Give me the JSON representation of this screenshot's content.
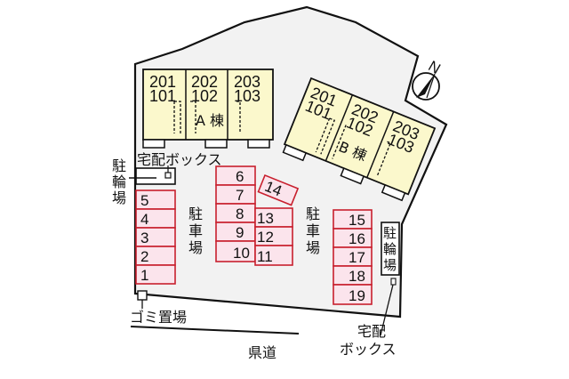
{
  "colors": {
    "site_fill": "#f2f2f2",
    "outline": "#111111",
    "building_fill": "#fbf8cc",
    "parking_fill": "#fbe4ec",
    "parking_stroke": "#c8202e",
    "background": "#ffffff"
  },
  "compass": {
    "label": "N",
    "icon": "north-arrow-icon"
  },
  "building_a": {
    "name": "A 棟",
    "units": [
      {
        "upper": "201",
        "lower": "101"
      },
      {
        "upper": "202",
        "lower": "102"
      },
      {
        "upper": "203",
        "lower": "103"
      }
    ]
  },
  "building_b": {
    "name": "B 棟",
    "units": [
      {
        "upper": "201",
        "lower": "101"
      },
      {
        "upper": "202",
        "lower": "102"
      },
      {
        "upper": "203",
        "lower": "103"
      }
    ]
  },
  "labels": {
    "bike_parking_left": [
      "駐",
      "輪",
      "場"
    ],
    "bike_parking_right": [
      "駐",
      "輪",
      "場"
    ],
    "delivery_box_top": "宅配ボックス",
    "delivery_box_bottom_line1": "宅配",
    "delivery_box_bottom_line2": "ボックス",
    "parking_center": [
      "駐",
      "車",
      "場"
    ],
    "parking_right": [
      "駐",
      "車",
      "場"
    ],
    "garbage": "ゴミ置場",
    "road": "県道"
  },
  "parking": {
    "left_column": [
      "5",
      "4",
      "3",
      "2",
      "1"
    ],
    "center_left_column": [
      "6",
      "7",
      "8",
      "9",
      "10"
    ],
    "center_right_column": [
      "13",
      "12",
      "11"
    ],
    "angled": "14",
    "right_column": [
      "15",
      "16",
      "17",
      "18",
      "19"
    ]
  }
}
